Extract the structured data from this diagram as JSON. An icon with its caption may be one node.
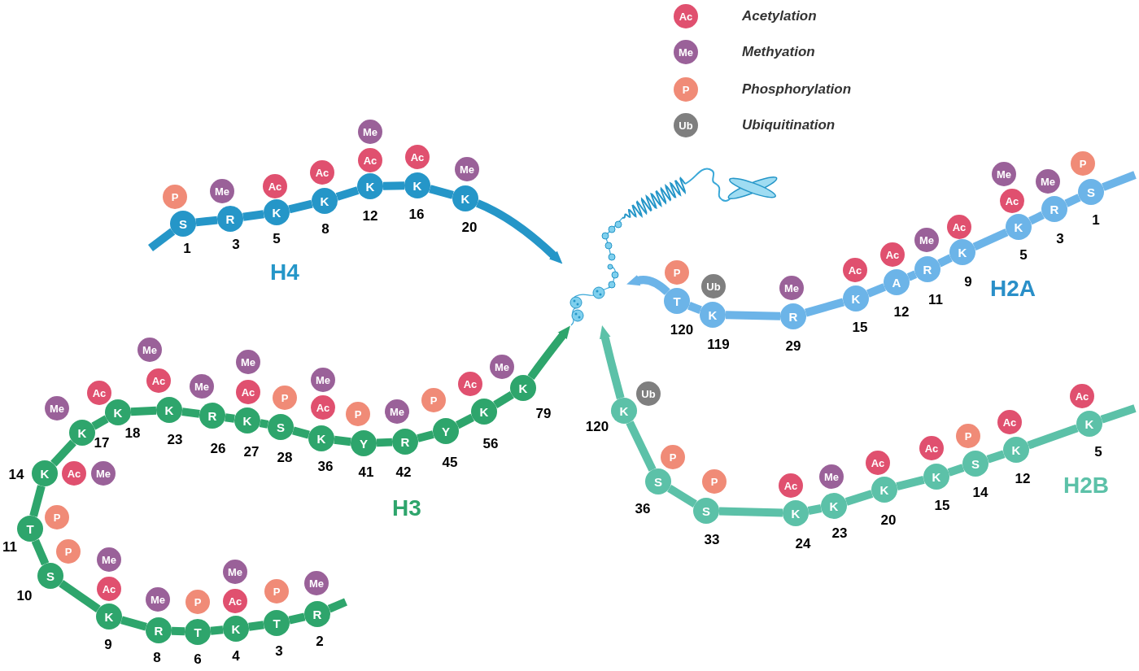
{
  "diagram": {
    "nodes": [
      {
        "text": [],
        "shape": "picture"
      },
      {
        "text": [
          "S"
        ],
        "beside": [
          "1"
        ]
      },
      {
        "text": [
          "P"
        ]
      },
      {
        "text": [
          "R"
        ],
        "beside": [
          "3"
        ]
      },
      {
        "text": [
          "Me"
        ]
      },
      {
        "text": [
          "K"
        ],
        "beside": [
          "5"
        ]
      },
      {
        "text": [
          "Ac"
        ]
      },
      {
        "text": [
          "K"
        ],
        "beside": [
          "8"
        ]
      },
      {
        "text": [
          "Ac"
        ]
      },
      {
        "text": [
          "K"
        ],
        "beside": [
          "12"
        ]
      },
      {
        "text": [
          "Me"
        ]
      },
      {
        "text": [
          "Ac"
        ]
      },
      {
        "text": [
          "K"
        ],
        "beside": [
          "16"
        ]
      },
      {
        "text": [
          "Ac"
        ]
      },
      {
        "text": [
          "K"
        ],
        "beside": [
          "20"
        ]
      },
      {
        "text": [
          "Me"
        ]
      },
      {
        "text": [
          "S"
        ],
        "beside": [
          "1"
        ]
      },
      {
        "text": [
          "P"
        ]
      },
      {
        "text": [
          "R"
        ],
        "beside": [
          "3"
        ]
      },
      {
        "text": [
          "Me"
        ]
      },
      {
        "text": [
          "K"
        ],
        "beside": [
          "5"
        ]
      },
      {
        "text": [
          "Me"
        ]
      },
      {
        "text": [
          "Ac"
        ]
      },
      {
        "text": [
          "K"
        ],
        "beside": [
          "9"
        ]
      },
      {
        "text": [
          "Ac"
        ]
      },
      {
        "text": [
          "R"
        ],
        "beside": [
          "11"
        ]
      },
      {
        "text": [
          "Me"
        ]
      },
      {
        "text": [
          "A"
        ],
        "beside": [
          "12"
        ]
      },
      {
        "text": [
          "Ac"
        ]
      },
      {
        "text": [
          "K"
        ],
        "beside": [
          "15"
        ]
      },
      {
        "text": [
          "Ac"
        ]
      },
      {
        "text": [
          "R"
        ],
        "beside": [
          "29"
        ]
      },
      {
        "text": [
          "Me"
        ]
      },
      {
        "text": [
          "K"
        ],
        "beside": [
          "119"
        ]
      },
      {
        "text": [
          "Ub"
        ]
      },
      {
        "text": [
          "T"
        ],
        "beside": [
          "120"
        ]
      },
      {
        "text": [
          "P"
        ]
      },
      {
        "text": [
          "R"
        ],
        "beside": [
          "2"
        ]
      },
      {
        "text": [
          "Me"
        ]
      },
      {
        "text": [
          "T"
        ],
        "beside": [
          "3"
        ]
      },
      {
        "text": [
          "P"
        ]
      },
      {
        "text": [
          "K"
        ],
        "beside": [
          "4"
        ]
      },
      {
        "text": [
          "Me"
        ]
      },
      {
        "text": [
          "Ac"
        ]
      },
      {
        "text": [
          "T"
        ],
        "beside": [
          "6"
        ]
      },
      {
        "text": [
          "P"
        ]
      },
      {
        "text": [
          "R"
        ],
        "beside": [
          "8"
        ]
      },
      {
        "text": [
          "Me"
        ]
      },
      {
        "text": [
          "K"
        ],
        "beside": [
          "9"
        ]
      },
      {
        "text": [
          "Me"
        ]
      },
      {
        "text": [
          "Ac"
        ]
      },
      {
        "text": [
          "S"
        ],
        "beside": [
          "10"
        ]
      },
      {
        "text": [
          "P"
        ]
      },
      {
        "text": [
          "T"
        ],
        "beside": [
          "11"
        ]
      },
      {
        "text": [
          "P"
        ]
      },
      {
        "text": [
          "K"
        ],
        "beside": [
          "14"
        ]
      },
      {
        "text": [
          "Ac"
        ]
      },
      {
        "text": [
          "Me"
        ]
      },
      {
        "text": [
          "K"
        ],
        "beside": [
          "17"
        ]
      },
      {
        "text": [
          "Me"
        ]
      },
      {
        "text": [
          "K"
        ],
        "beside": [
          "18"
        ]
      },
      {
        "text": [
          "Ac"
        ]
      },
      {
        "text": [
          "K"
        ],
        "beside": [
          "23"
        ]
      },
      {
        "text": [
          "Me"
        ]
      },
      {
        "text": [
          "Ac"
        ]
      },
      {
        "text": [
          "R"
        ],
        "beside": [
          "26"
        ]
      },
      {
        "text": [
          "Me"
        ]
      },
      {
        "text": [
          "K"
        ],
        "beside": [
          "27"
        ]
      },
      {
        "text": [
          "Me"
        ]
      },
      {
        "text": [
          "Ac"
        ]
      },
      {
        "text": [
          "S"
        ],
        "beside": [
          "28"
        ]
      },
      {
        "text": [
          "P"
        ]
      },
      {
        "text": [
          "K"
        ],
        "beside": [
          "36"
        ]
      },
      {
        "text": [
          "Me"
        ]
      },
      {
        "text": [
          "Ac"
        ]
      },
      {
        "text": [
          "Y"
        ],
        "beside": [
          "41"
        ]
      },
      {
        "text": [
          "P"
        ]
      },
      {
        "text": [
          "R"
        ],
        "beside": [
          "42"
        ]
      },
      {
        "text": [
          "Me"
        ]
      },
      {
        "text": [
          "Y"
        ],
        "beside": [
          "45"
        ]
      },
      {
        "text": [
          "P"
        ]
      },
      {
        "text": [
          "K"
        ],
        "beside": [
          "56"
        ]
      },
      {
        "text": [
          "Ac"
        ]
      },
      {
        "text": [
          "K"
        ],
        "beside": [
          "79"
        ]
      },
      {
        "text": [
          "Me"
        ]
      },
      {
        "text": [
          "K"
        ],
        "beside": [
          "5"
        ]
      },
      {
        "text": [
          "Ac"
        ]
      },
      {
        "text": [
          "K"
        ],
        "beside": [
          "12"
        ]
      },
      {
        "text": [
          "Ac"
        ]
      },
      {
        "text": [
          "S"
        ],
        "beside": [
          "14"
        ]
      },
      {
        "text": [
          "P"
        ]
      },
      {
        "text": [
          "K"
        ],
        "beside": [
          "15"
        ]
      },
      {
        "text": [
          "Ac"
        ]
      },
      {
        "text": [
          "K"
        ],
        "beside": [
          "20"
        ]
      },
      {
        "text": [
          "Ac"
        ]
      },
      {
        "text": [
          "K"
        ],
        "beside": [
          "23"
        ]
      },
      {
        "text": [
          "Me"
        ]
      },
      {
        "text": [
          "K"
        ],
        "beside": [
          "24"
        ]
      },
      {
        "text": [
          "Ac"
        ]
      },
      {
        "text": [
          "S"
        ],
        "beside": [
          "33"
        ]
      },
      {
        "text": [
          "P"
        ]
      },
      {
        "text": [
          "S"
        ],
        "beside": [
          "36"
        ]
      },
      {
        "text": [
          "P"
        ]
      },
      {
        "text": [
          "K"
        ],
        "beside": [
          "120"
        ]
      },
      {
        "text": [
          "Ub"
        ]
      }
    ],
    "edges": [
      {
        "from": null,
        "to": 1,
        "arrow": "none",
        "color": "#2596c8"
      },
      {
        "from": 1,
        "to": 3,
        "arrow": "none",
        "color": "#2596c8"
      },
      {
        "from": 3,
        "to": 5,
        "arrow": "none",
        "color": "#2596c8"
      },
      {
        "from": 5,
        "to": 7,
        "arrow": "none",
        "color": "#2596c8"
      },
      {
        "from": 7,
        "to": 9,
        "arrow": "none",
        "color": "#2596c8"
      },
      {
        "from": 9,
        "to": 12,
        "arrow": "none",
        "color": "#2596c8"
      },
      {
        "from": 12,
        "to": 14,
        "arrow": "none",
        "color": "#2596c8"
      },
      {
        "from": 14,
        "to": 0,
        "arrow": "to",
        "color": "#2596c8"
      },
      {
        "from": null,
        "to": 16,
        "arrow": "none",
        "color": "#6cb4e8"
      },
      {
        "from": 16,
        "to": 18,
        "arrow": "none",
        "color": "#6cb4e8"
      },
      {
        "from": 18,
        "to": 20,
        "arrow": "none",
        "color": "#6cb4e8"
      },
      {
        "from": 20,
        "to": 23,
        "arrow": "none",
        "color": "#6cb4e8"
      },
      {
        "from": 23,
        "to": 25,
        "arrow": "none",
        "color": "#6cb4e8"
      },
      {
        "from": 25,
        "to": 27,
        "arrow": "none",
        "color": "#6cb4e8"
      },
      {
        "from": 27,
        "to": 29,
        "arrow": "none",
        "color": "#6cb4e8"
      },
      {
        "from": 29,
        "to": 31,
        "arrow": "none",
        "color": "#6cb4e8"
      },
      {
        "from": 31,
        "to": 33,
        "arrow": "none",
        "color": "#6cb4e8"
      },
      {
        "from": 33,
        "to": 35,
        "arrow": "none",
        "color": "#6cb4e8"
      },
      {
        "from": 35,
        "to": 0,
        "arrow": "to",
        "color": "#6cb4e8"
      },
      {
        "from": null,
        "to": 37,
        "arrow": "none",
        "color": "#2ea56c"
      },
      {
        "from": 37,
        "to": 39,
        "arrow": "none",
        "color": "#2ea56c"
      },
      {
        "from": 39,
        "to": 41,
        "arrow": "none",
        "color": "#2ea56c"
      },
      {
        "from": 41,
        "to": 44,
        "arrow": "none",
        "color": "#2ea56c"
      },
      {
        "from": 44,
        "to": 46,
        "arrow": "none",
        "color": "#2ea56c"
      },
      {
        "from": 46,
        "to": 48,
        "arrow": "none",
        "color": "#2ea56c"
      },
      {
        "from": 48,
        "to": 51,
        "arrow": "none",
        "color": "#2ea56c"
      },
      {
        "from": 51,
        "to": 53,
        "arrow": "none",
        "color": "#2ea56c"
      },
      {
        "from": 53,
        "to": 55,
        "arrow": "none",
        "color": "#2ea56c"
      },
      {
        "from": 55,
        "to": 58,
        "arrow": "none",
        "color": "#2ea56c"
      },
      {
        "from": 58,
        "to": 60,
        "arrow": "none",
        "color": "#2ea56c"
      },
      {
        "from": 60,
        "to": 62,
        "arrow": "none",
        "color": "#2ea56c"
      },
      {
        "from": 62,
        "to": 65,
        "arrow": "none",
        "color": "#2ea56c"
      },
      {
        "from": 65,
        "to": 67,
        "arrow": "none",
        "color": "#2ea56c"
      },
      {
        "from": 67,
        "to": 70,
        "arrow": "none",
        "color": "#2ea56c"
      },
      {
        "from": 70,
        "to": 72,
        "arrow": "none",
        "color": "#2ea56c"
      },
      {
        "from": 72,
        "to": 75,
        "arrow": "none",
        "color": "#2ea56c"
      },
      {
        "from": 75,
        "to": 77,
        "arrow": "none",
        "color": "#2ea56c"
      },
      {
        "from": 77,
        "to": 79,
        "arrow": "none",
        "color": "#2ea56c"
      },
      {
        "from": 79,
        "to": 81,
        "arrow": "none",
        "color": "#2ea56c"
      },
      {
        "from": 81,
        "to": 83,
        "arrow": "none",
        "color": "#2ea56c"
      },
      {
        "from": 83,
        "to": 0,
        "arrow": "to",
        "color": "#2ea56c"
      },
      {
        "from": null,
        "to": 85,
        "arrow": "none",
        "color": "#5cc1a8"
      },
      {
        "from": 85,
        "to": 87,
        "arrow": "none",
        "color": "#5cc1a8"
      },
      {
        "from": 87,
        "to": 89,
        "arrow": "none",
        "color": "#5cc1a8"
      },
      {
        "from": 89,
        "to": 91,
        "arrow": "none",
        "color": "#5cc1a8"
      },
      {
        "from": 91,
        "to": 93,
        "arrow": "none",
        "color": "#5cc1a8"
      },
      {
        "from": 93,
        "to": 95,
        "arrow": "none",
        "color": "#5cc1a8"
      },
      {
        "from": 95,
        "to": 97,
        "arrow": "none",
        "color": "#5cc1a8"
      },
      {
        "from": 97,
        "to": 99,
        "arrow": "none",
        "color": "#5cc1a8"
      },
      {
        "from": 99,
        "to": 101,
        "arrow": "none",
        "color": "#5cc1a8"
      },
      {
        "from": 101,
        "to": 103,
        "arrow": "none",
        "color": "#5cc1a8"
      },
      {
        "from": 103,
        "to": 0,
        "arrow": "to",
        "color": "#5cc1a8"
      }
    ],
    "labels": [
      "Ac",
      "Me",
      "P",
      "Ub",
      "H4",
      "H2A",
      "H3",
      "H2B"
    ],
    "legend": [
      {
        "text": "Acetylation",
        "color": "#e0506f"
      },
      {
        "text": "Methyation",
        "color": "#9a6199"
      },
      {
        "text": "Phosphorylation",
        "color": "#f08b77"
      },
      {
        "text": "Ubiquitination",
        "color": "#7f7f7f"
      }
    ]
  }
}
